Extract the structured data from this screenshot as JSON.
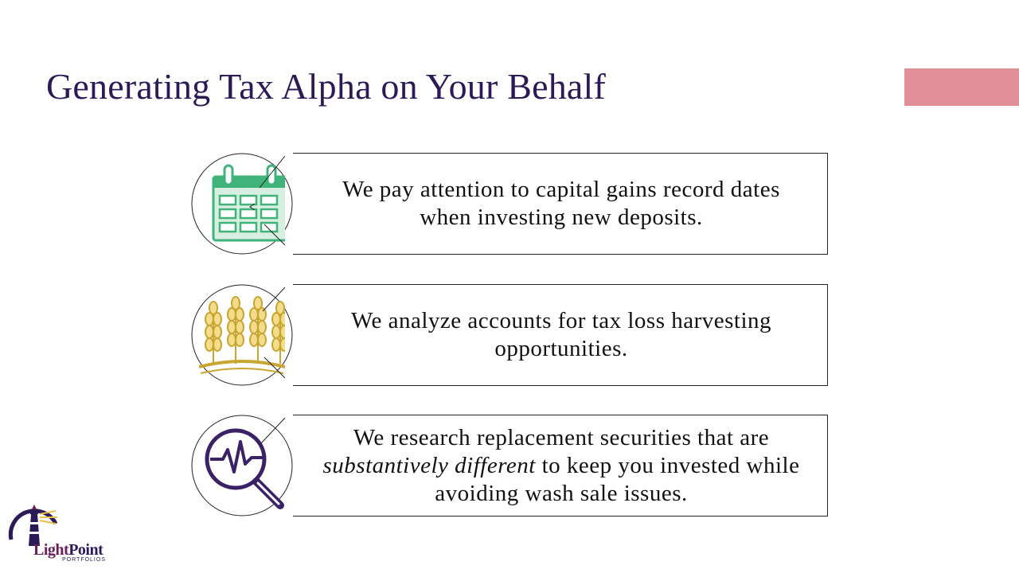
{
  "slide": {
    "title": "Generating Tax Alpha on Your Behalf",
    "accent_color": "#e08f98"
  },
  "items": [
    {
      "icon": "calendar-icon",
      "lines": [
        "We pay attention to capital gains record dates",
        "when investing new deposits."
      ]
    },
    {
      "icon": "wheat-harvest-icon",
      "lines": [
        "We analyze accounts for tax loss harvesting",
        "opportunities."
      ]
    },
    {
      "icon": "magnifier-pulse-icon",
      "line1": "We research replacement securities that are",
      "line2_italic": "substantively different",
      "line2_rest": " to keep you invested while",
      "line3": "avoiding wash sale issues."
    }
  ],
  "logo": {
    "brand_light": "Light",
    "brand_point": "Point",
    "subtitle": "PORTFOLIOS"
  }
}
